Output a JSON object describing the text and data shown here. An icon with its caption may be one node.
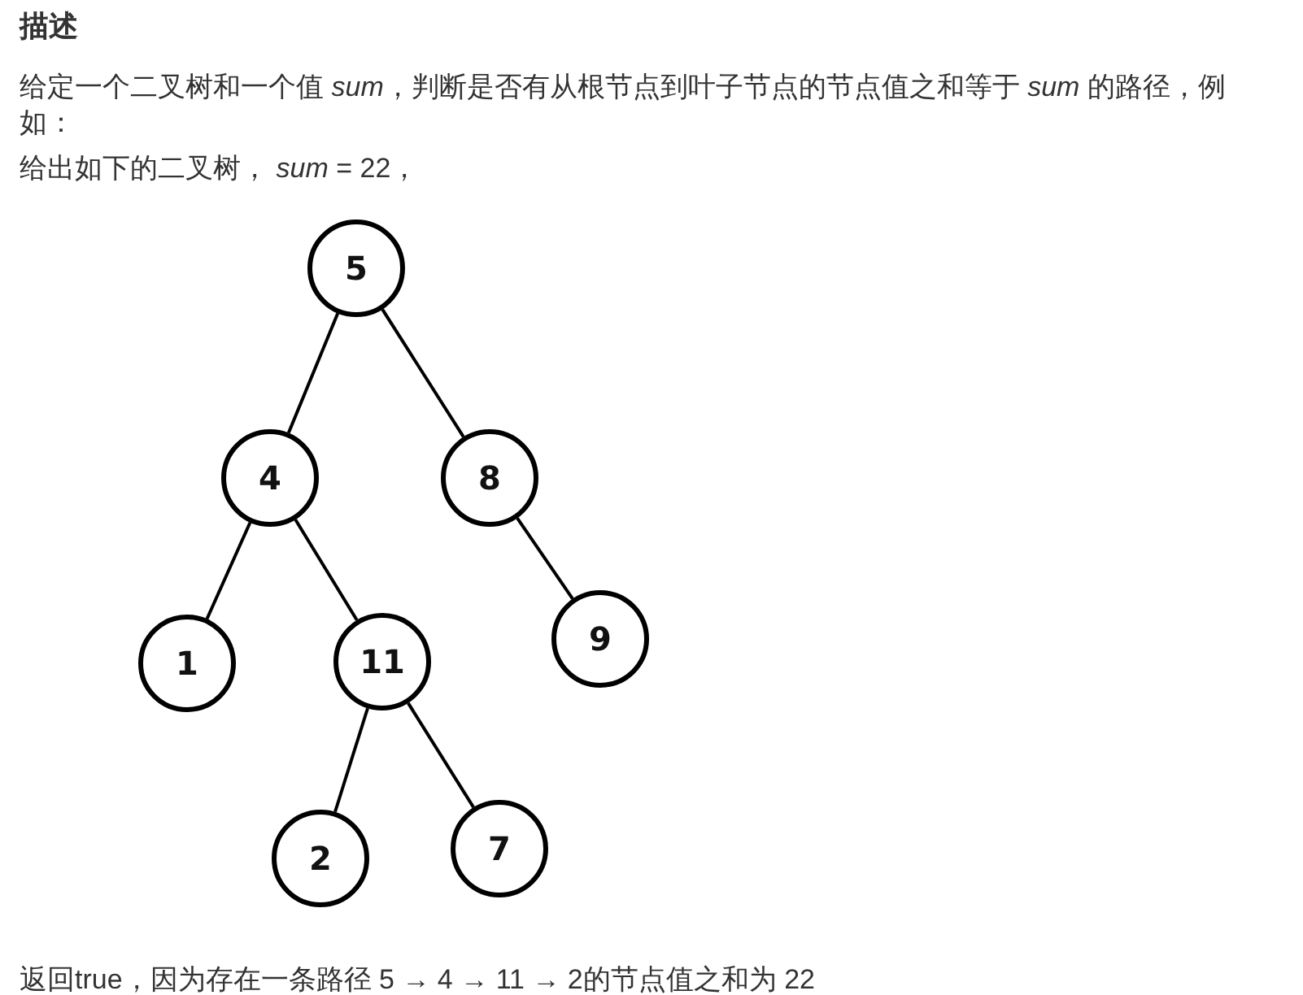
{
  "diagram": {
    "title": "描述",
    "nodes": [
      {
        "text": [
          "5"
        ]
      },
      {
        "text": [
          "4"
        ]
      },
      {
        "text": [
          "8"
        ]
      },
      {
        "text": [
          "1"
        ]
      },
      {
        "text": [
          "11"
        ]
      },
      {
        "text": [
          "9"
        ]
      },
      {
        "text": [
          "2"
        ]
      },
      {
        "text": [
          "7"
        ]
      }
    ],
    "edges": [
      {
        "from": 0,
        "to": 1,
        "arrow": "none"
      },
      {
        "from": 0,
        "to": 2,
        "arrow": "none"
      },
      {
        "from": 1,
        "to": 3,
        "arrow": "none"
      },
      {
        "from": 1,
        "to": 4,
        "arrow": "none"
      },
      {
        "from": 2,
        "to": 5,
        "arrow": "none"
      },
      {
        "from": 4,
        "to": 6,
        "arrow": "none"
      },
      {
        "from": 4,
        "to": 7,
        "arrow": "none"
      }
    ],
    "labels": [
      "给定一个二叉树和一个值 *sum*，判断是否有从根节点到叶子节点的节点值之和等于 *sum* 的路径，例如：",
      "给出如下的二叉树， *sum* = 22，",
      "返回true，因为存在一条路径 5 → 4 → 11 → 2的节点值之和为 22"
    ]
  }
}
